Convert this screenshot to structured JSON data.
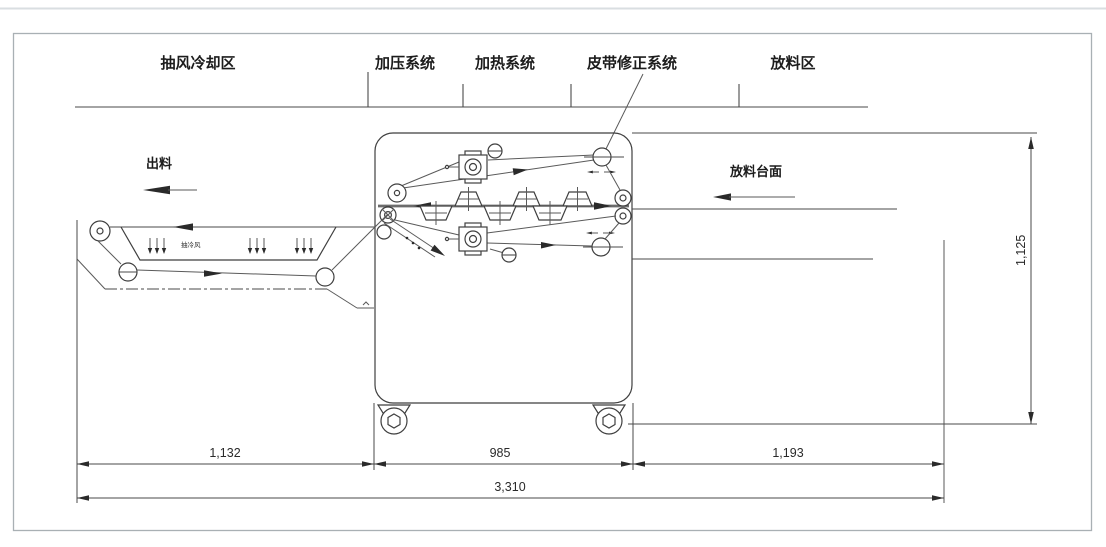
{
  "diagram": {
    "title_hint": "machine layout side view",
    "zones": [
      {
        "id": "cooling",
        "label": "抽风冷却区"
      },
      {
        "id": "press",
        "label": "加压系统"
      },
      {
        "id": "heating",
        "label": "加热系统"
      },
      {
        "id": "belt-align",
        "label": "皮带修正系统"
      },
      {
        "id": "feeding",
        "label": "放料区"
      }
    ],
    "annotations": {
      "discharge": "出料",
      "cooling_air": "抽冷风",
      "feed_table": "放料台面"
    },
    "dimensions": {
      "left_section": "1,132",
      "middle_section": "985",
      "right_section": "1,193",
      "total_length": "3,310",
      "height": "1,125"
    },
    "colors": {
      "line": "#4a4a4a",
      "belt": "#8f8f8f",
      "border": "#a9b0b4",
      "page_edge": "#d9dee1"
    }
  }
}
